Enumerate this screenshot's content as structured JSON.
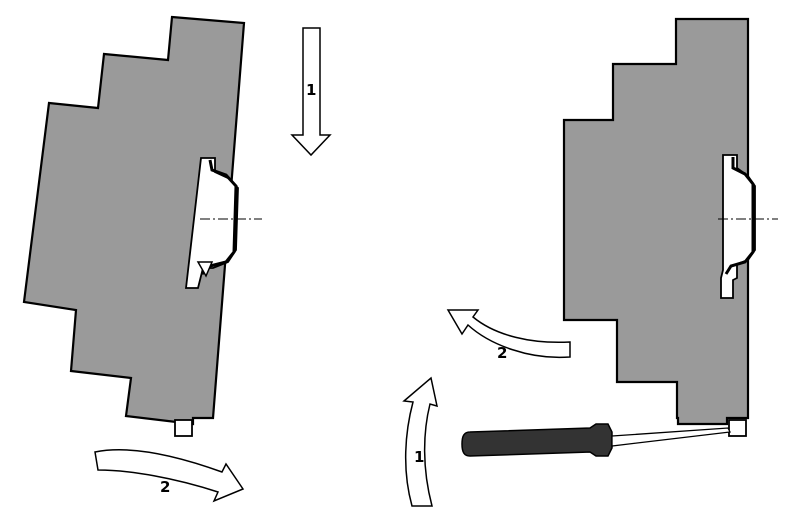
{
  "colors": {
    "device_body": "#9a9a9a",
    "outline": "#000000",
    "arrow_fill": "#ffffff",
    "rail": "#ffffff",
    "screwdriver_handle": "#333333",
    "background": "#ffffff"
  },
  "mounting": {
    "arrow_1": {
      "label": "1",
      "icon": "straight-down-arrow"
    },
    "arrow_2": {
      "label": "2",
      "icon": "curved-right-arrow"
    }
  },
  "removal": {
    "arrow_1": {
      "label": "1",
      "icon": "curved-up-arrow"
    },
    "arrow_2": {
      "label": "2",
      "icon": "curved-up-left-arrow"
    },
    "tool": {
      "icon": "screwdriver-icon"
    }
  }
}
